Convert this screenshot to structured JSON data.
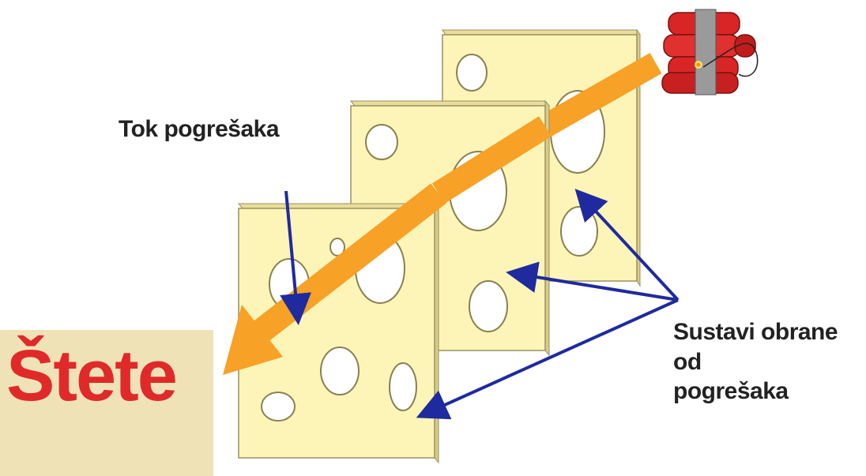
{
  "labels": {
    "error_flow": "Tok pogrešaka",
    "defense_line1": "Sustavi obrane od",
    "defense_line2": "pogrešaka",
    "damage": "Štete"
  },
  "colors": {
    "cheese_face": "#fdf5b8",
    "cheese_edge": "#e9dd9a",
    "error_arrow": "#f7a126",
    "pointer_arrows": "#1f2a9e",
    "damage_text": "#e02a2a",
    "damage_box": "#efe2b7",
    "dynamite": "#d92525"
  },
  "icons": {
    "hazard": "dynamite-icon",
    "defense_layer": "swiss-cheese-slice"
  },
  "layers": [
    {
      "name": "layer-front"
    },
    {
      "name": "layer-middle"
    },
    {
      "name": "layer-back"
    }
  ]
}
